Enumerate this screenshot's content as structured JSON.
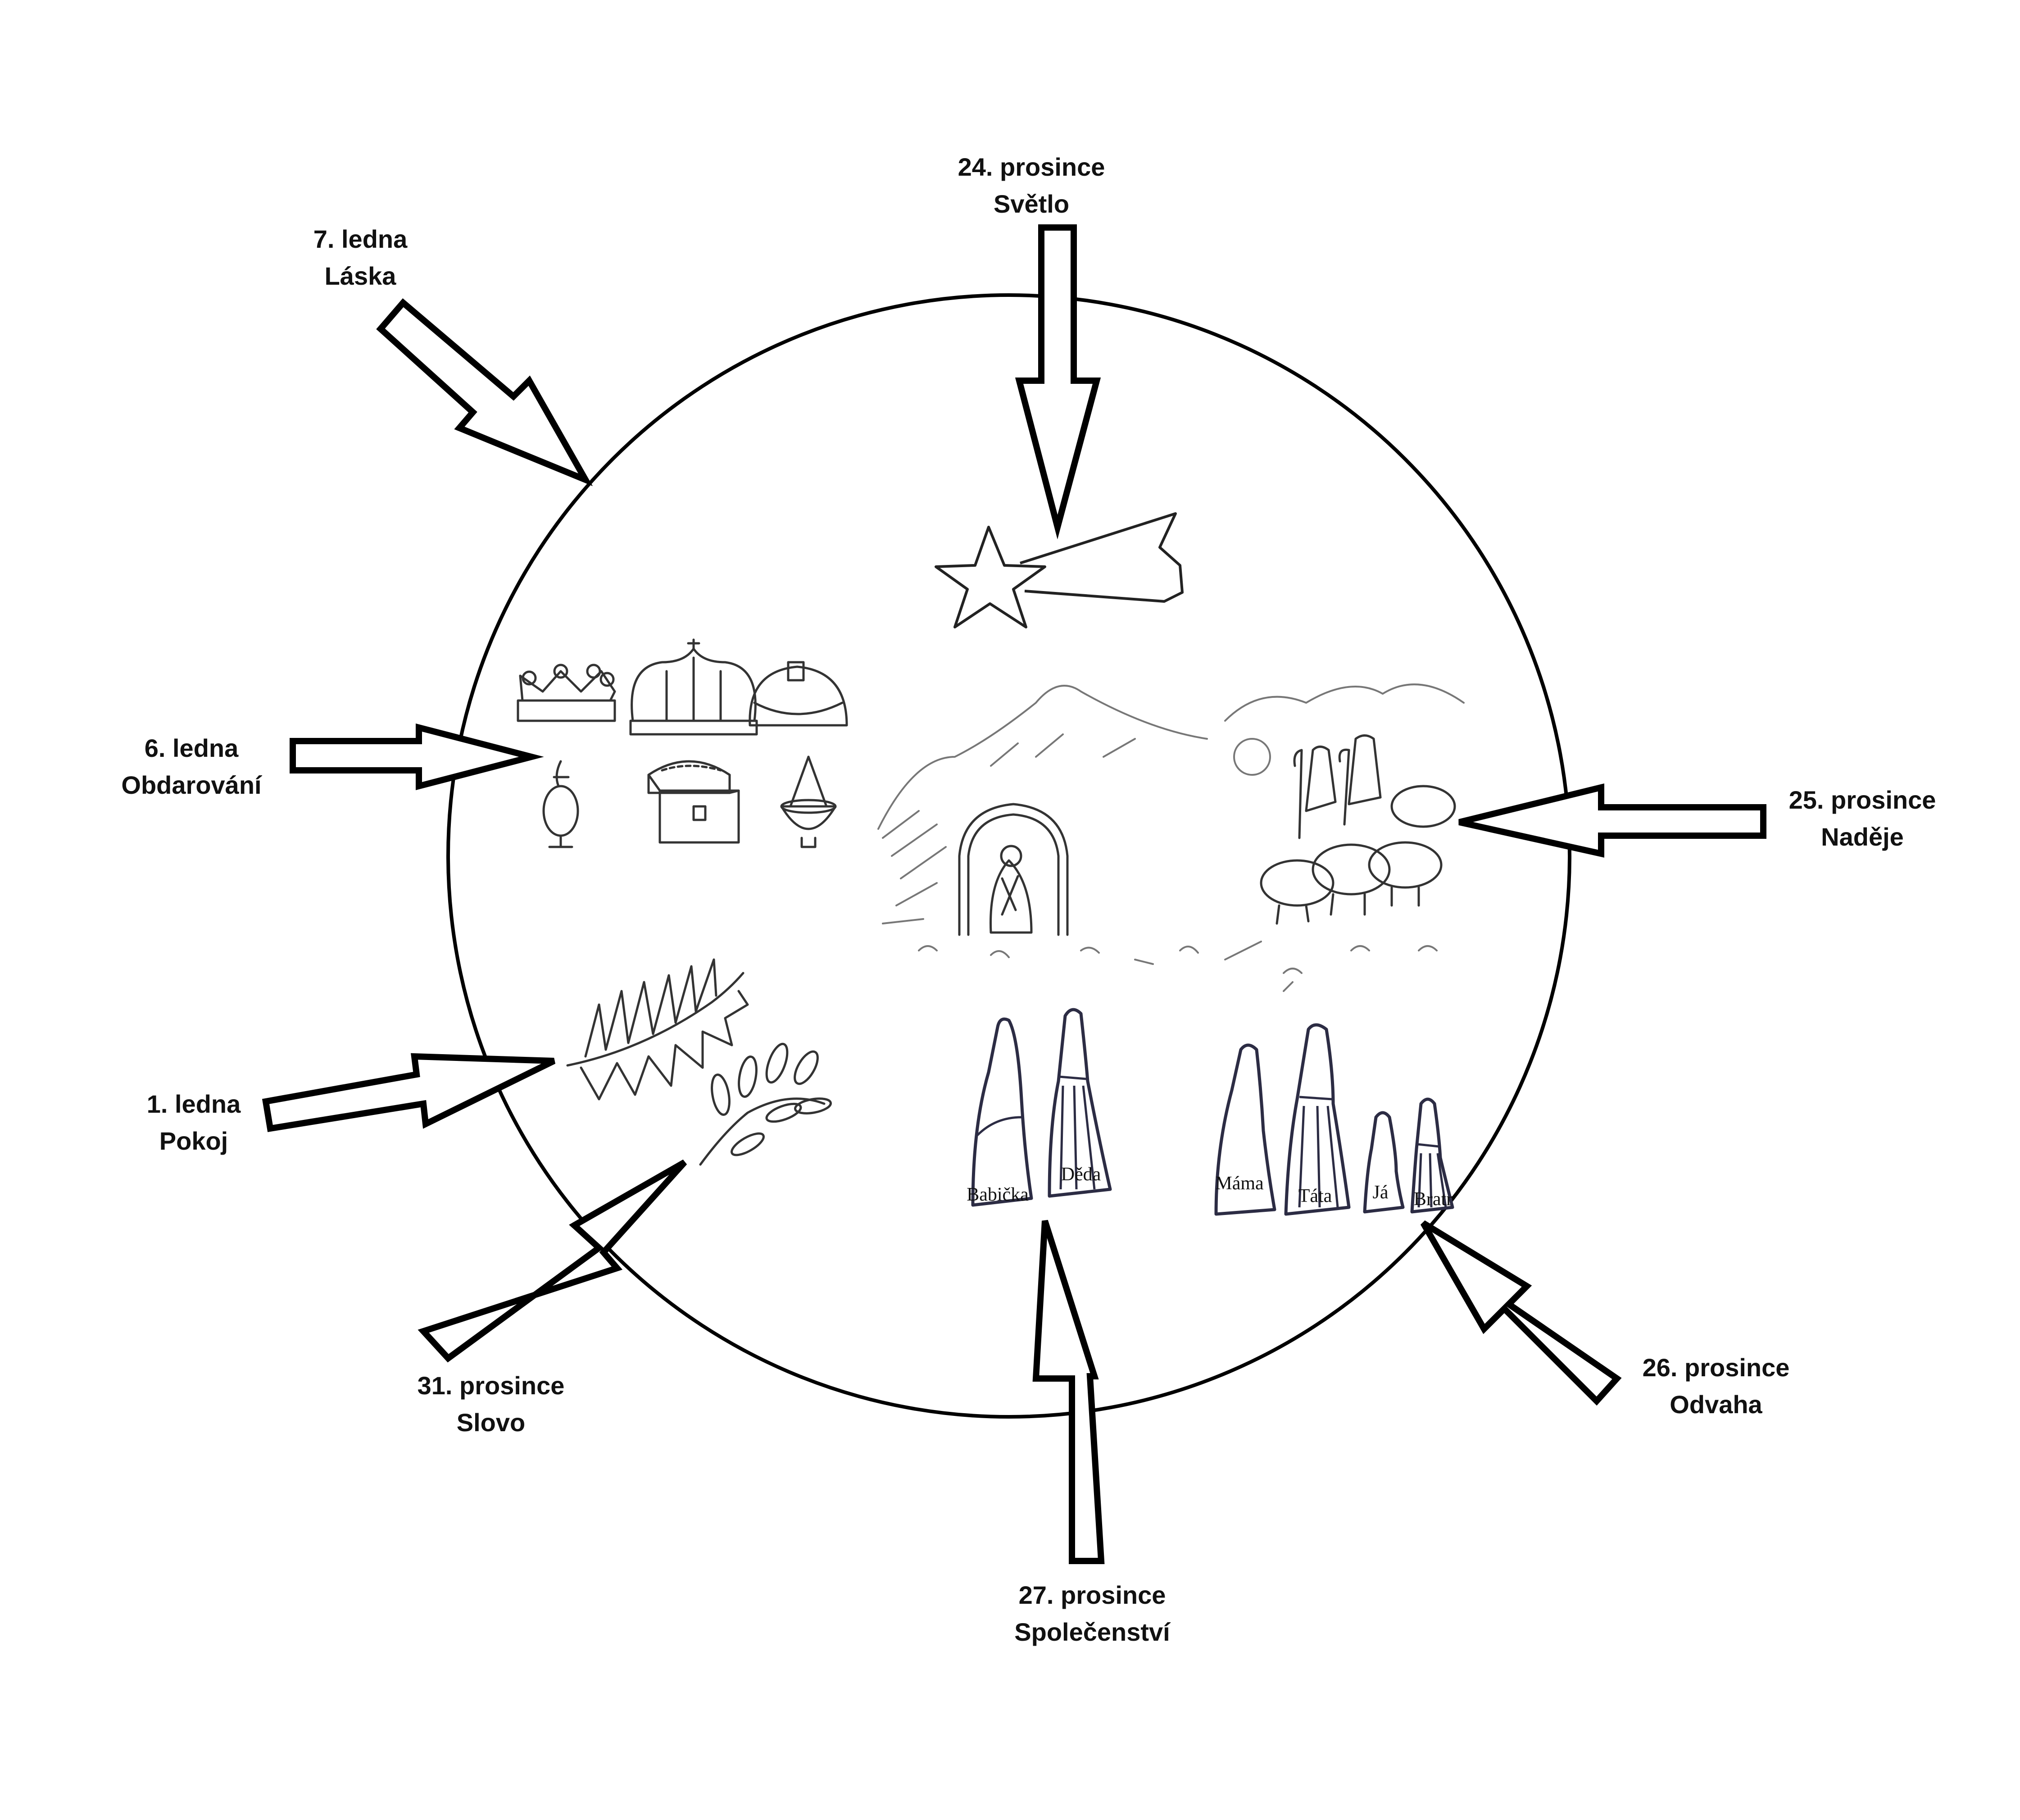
{
  "labels": {
    "lbl_24": {
      "date": "24. prosince",
      "word": "Světlo"
    },
    "lbl_25": {
      "date": "25. prosince",
      "word": "Naděje"
    },
    "lbl_26": {
      "date": "26. prosince",
      "word": "Odvaha"
    },
    "lbl_27": {
      "date": "27. prosince",
      "word": "Společenství"
    },
    "lbl_31": {
      "date": "31. prosince",
      "word": "Slovo"
    },
    "lbl_1": {
      "date": "1. ledna",
      "word": "Pokoj"
    },
    "lbl_6": {
      "date": "6. ledna",
      "word": "Obdarování"
    },
    "lbl_7": {
      "date": "7. ledna",
      "word": "Láska"
    }
  },
  "family": {
    "grandparents": [
      "Babička",
      "Děda"
    ],
    "parents_children": [
      "Máma",
      "Táta",
      "Já",
      "Bratr"
    ]
  },
  "icons": [
    "star-icon",
    "crown-icon",
    "treasure-chest-icon",
    "oil-lamp-icon",
    "censer-icon",
    "palm-branch-icon",
    "olive-branch-icon",
    "nativity-icon",
    "shepherds-icon"
  ]
}
